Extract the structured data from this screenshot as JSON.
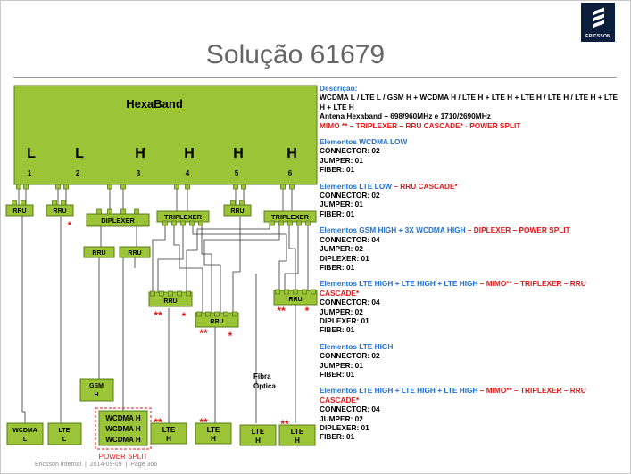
{
  "slide": {
    "title": "Solução 61679",
    "logo_text": "ERICSSON",
    "footer": {
      "company": "Ericsson Internal",
      "sep": "|",
      "date": "2014-09-09",
      "page": "Page 366"
    }
  },
  "colors": {
    "green_fill": "#9bc437",
    "green_border": "#5a7d1a",
    "blue_heading": "#1f6fd1",
    "red_text": "#e0191a",
    "logo_bg": "#0a1e3c"
  },
  "antenna": {
    "name": "HexaBand",
    "bands": [
      "L",
      "L",
      "H",
      "H",
      "H",
      "H"
    ],
    "ports": [
      "1",
      "2",
      "3",
      "4",
      "5",
      "6"
    ]
  },
  "boxes": {
    "rru": "RRU",
    "diplexer": "DIPLEXER",
    "triplexer": "TRIPLEXER",
    "gsm_h": [
      "GSM",
      "H"
    ],
    "wcdma_l": [
      "WCDMA",
      "L"
    ],
    "lte_l": [
      "LTE",
      "L"
    ],
    "wcdma_h": [
      "WCDMA H",
      "WCDMA H",
      "WCDMA H"
    ],
    "lte_h": [
      "LTE",
      "H"
    ]
  },
  "annotations": {
    "power_split": "POWER SPLIT",
    "fibra": [
      "Fibra",
      "Óptica"
    ],
    "single_star": "*",
    "double_star": "**"
  },
  "descriptions": [
    {
      "heading": "Descrição:",
      "lines": [
        "WCDMA L / LTE L / GSM H + WCDMA H / LTE H + LTE H + LTE H / LTE H / LTE H + LTE H + LTE H",
        "Antena Hexaband – 698/960MHz  e  1710/2690MHz"
      ],
      "red_line": "MIMO ** – TRIPLEXER – RRU CASCADE* - POWER SPLIT"
    },
    {
      "heading": "Elementos WCDMA LOW",
      "suffix": "",
      "lines": [
        "CONNECTOR: 02",
        "JUMPER: 01",
        "FIBER: 01"
      ]
    },
    {
      "heading": "Elementos LTE LOW",
      "suffix": " – RRU CASCADE*",
      "lines": [
        "CONNECTOR: 02",
        "JUMPER: 01",
        "FIBER: 01"
      ]
    },
    {
      "heading": "Elementos GSM HIGH + 3X WCDMA HIGH",
      "suffix": " – DIPLEXER – POWER SPLIT",
      "lines": [
        "CONNECTOR: 04",
        "JUMPER: 02",
        "DIPLEXER: 01",
        "FIBER: 01"
      ]
    },
    {
      "heading": "Elementos  LTE HIGH + LTE HIGH + LTE HIGH",
      "suffix": " – MIMO** – TRIPLEXER – RRU CASCADE*",
      "lines": [
        "CONNECTOR: 04",
        "JUMPER: 02",
        "DIPLEXER: 01",
        "FIBER: 01"
      ]
    },
    {
      "heading": "Elementos LTE HIGH",
      "suffix": "",
      "lines": [
        "CONNECTOR: 02",
        "JUMPER: 01",
        "FIBER: 01"
      ]
    },
    {
      "heading": "Elementos  LTE HIGH + LTE HIGH + LTE HIGH",
      "suffix": " – MIMO** – TRIPLEXER – RRU CASCADE*",
      "lines": [
        "CONNECTOR: 04",
        "JUMPER: 02",
        "DIPLEXER: 01",
        "FIBER: 01"
      ]
    }
  ]
}
